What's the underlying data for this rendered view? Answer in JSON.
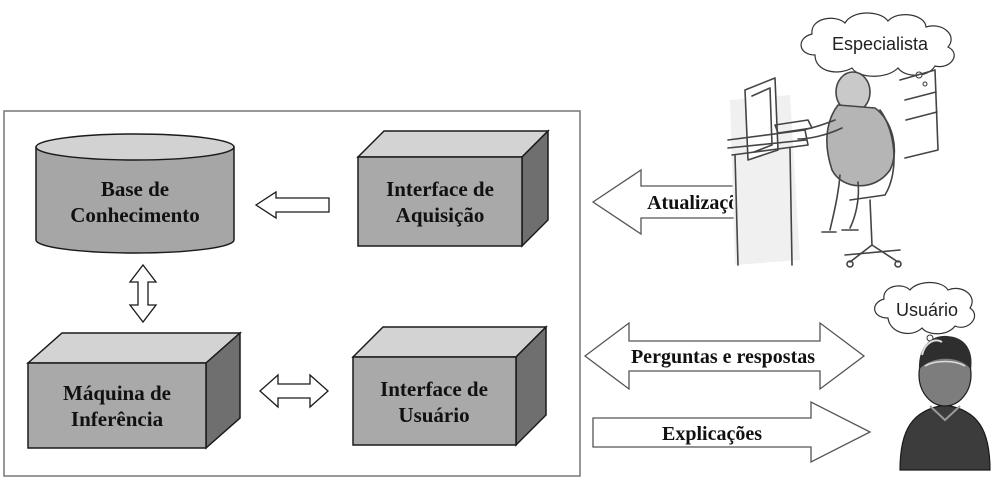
{
  "colors": {
    "box_front": "#a9a9a9",
    "box_top": "#d3d3d3",
    "box_side": "#6f6f6f",
    "cylinder_body": "#a6a6a6",
    "cylinder_top": "#d2d2d2",
    "outline": "#1a1a1a",
    "arrow_fill": "#ffffff",
    "person_head": "#7d7d7d",
    "person_shirt": "#3c3c3c"
  },
  "components": {
    "knowledge_base": {
      "line1": "Base de",
      "line2": "Conhecimento"
    },
    "acquisition_interface": {
      "line1": "Interface de",
      "line2": "Aquisição"
    },
    "inference_engine": {
      "line1": "Máquina de",
      "line2": "Inferência"
    },
    "user_interface": {
      "line1": "Interface de",
      "line2": "Usuário"
    }
  },
  "arrows": {
    "updates": "Atualizações",
    "questions_answers": "Perguntas e respostas",
    "explanations": "Explicações"
  },
  "actors": {
    "specialist": "Especialista",
    "user": "Usuário"
  },
  "icons": {
    "specialist": "person-at-computer-sketch-icon",
    "user": "user-avatar-icon"
  }
}
